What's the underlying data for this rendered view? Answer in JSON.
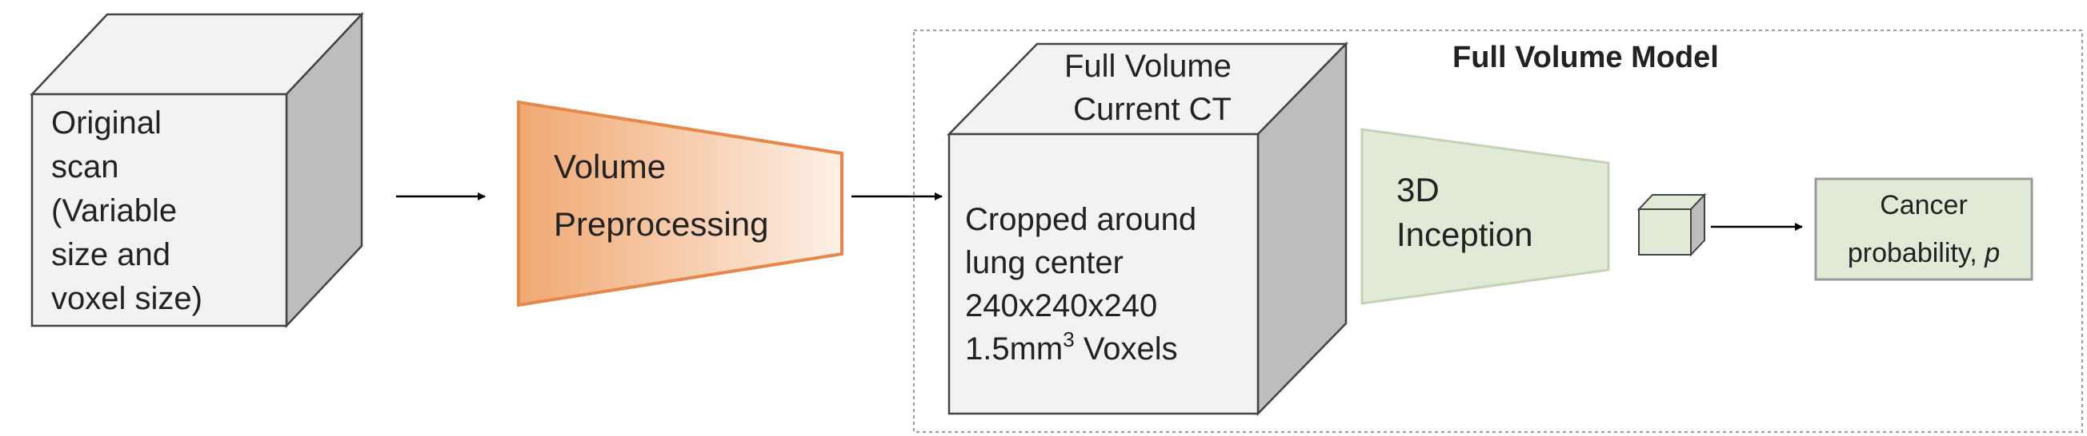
{
  "original_scan": {
    "lines": [
      "Original",
      "scan",
      "(Variable",
      "size and",
      "voxel size)"
    ]
  },
  "preprocessing": {
    "lines": [
      "Volume",
      "Preprocessing"
    ]
  },
  "model_box": {
    "title": "Full Volume Model"
  },
  "current_ct": {
    "top_lines": [
      "Full Volume",
      "Current CT"
    ],
    "front_lines": [
      "Cropped around",
      "lung center",
      "240x240x240"
    ],
    "voxel_base": "1.5mm",
    "voxel_exp": "3",
    "voxel_suffix": " Voxels"
  },
  "inception": {
    "lines": [
      "3D",
      "Inception"
    ]
  },
  "output": {
    "line1": "Cancer",
    "line2": "probability, ",
    "line2_var": "p"
  },
  "colors": {
    "cube_front": "#f2f2f2",
    "cube_top": "#f2f2f2",
    "cube_side": "#bdbdbd",
    "cube_stroke": "#444444",
    "orange_light": "#fdf0e6",
    "orange_dark": "#f0a872",
    "orange_stroke": "#e8874a",
    "green_fill": "#e1ead6",
    "green_stroke": "#c6d2b6",
    "output_stroke": "#9a9a9a",
    "dashed": "#9a9a9a"
  }
}
